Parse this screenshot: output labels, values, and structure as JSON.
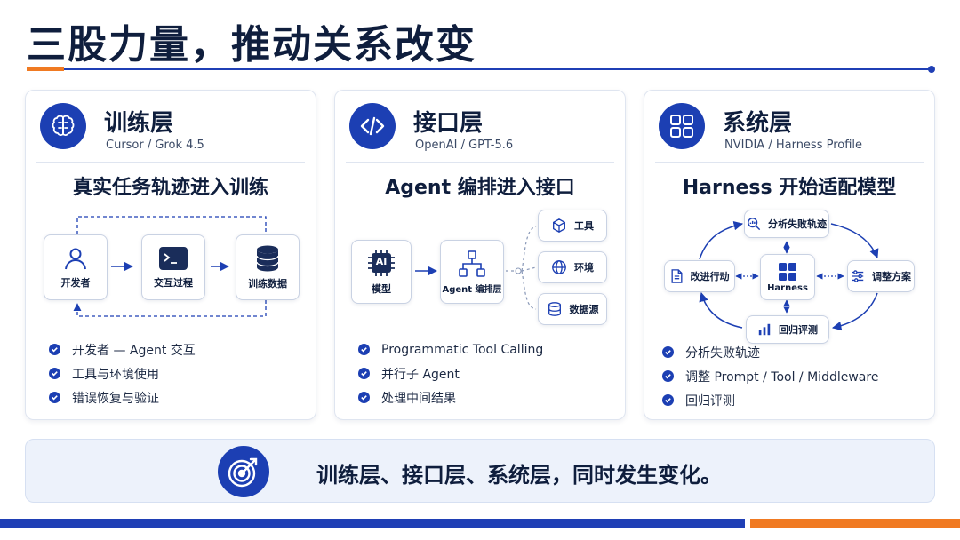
{
  "page": {
    "title": "三股力量，推动关系改变",
    "accent_color": "#1f3fb5",
    "highlight_color": "#f07a22"
  },
  "cards": [
    {
      "icon": "brain-icon",
      "title": "训练层",
      "subtitle": "Cursor / Grok 4.5",
      "heading": "真实任务轨迹进入训练",
      "diagram": {
        "nodes": [
          {
            "icon": "person-icon",
            "label": "开发者"
          },
          {
            "icon": "terminal-icon",
            "label": "交互过程"
          },
          {
            "icon": "database-icon",
            "label": "训练数据"
          }
        ]
      },
      "bullets": [
        "开发者 — Agent 交互",
        "工具与环境使用",
        "错误恢复与验证"
      ]
    },
    {
      "icon": "code-icon",
      "title": "接口层",
      "subtitle": "OpenAI / GPT-5.6",
      "heading": "Agent 编排进入接口",
      "diagram": {
        "model": {
          "icon": "chip-icon",
          "chip_text": "AI",
          "label": "模型"
        },
        "orchestrator": {
          "icon": "hierarchy-icon",
          "label": "Agent 编排层"
        },
        "outputs": [
          {
            "icon": "cube-icon",
            "label": "工具"
          },
          {
            "icon": "globe-icon",
            "label": "环境"
          },
          {
            "icon": "database-icon",
            "label": "数据源"
          }
        ]
      },
      "bullets": [
        "Programmatic Tool Calling",
        "并行子 Agent",
        "处理中间结果"
      ]
    },
    {
      "icon": "grid-icon",
      "title": "系统层",
      "subtitle": "NVIDIA / Harness Profile",
      "heading": "Harness 开始适配模型",
      "diagram": {
        "center": {
          "icon": "grid-icon",
          "label": "Harness"
        },
        "top": {
          "icon": "search-chart-icon",
          "label": "分析失败轨迹"
        },
        "right": {
          "icon": "sliders-icon",
          "label": "调整方案"
        },
        "bottom": {
          "icon": "bar-chart-icon",
          "label": "回归评测"
        },
        "left": {
          "icon": "document-icon",
          "label": "改进行动"
        }
      },
      "bullets": [
        "分析失败轨迹",
        "调整 Prompt / Tool / Middleware",
        "回归评测"
      ]
    }
  ],
  "banner": {
    "icon": "target-icon",
    "text": "训练层、接口层、系统层，同时发生变化。"
  }
}
